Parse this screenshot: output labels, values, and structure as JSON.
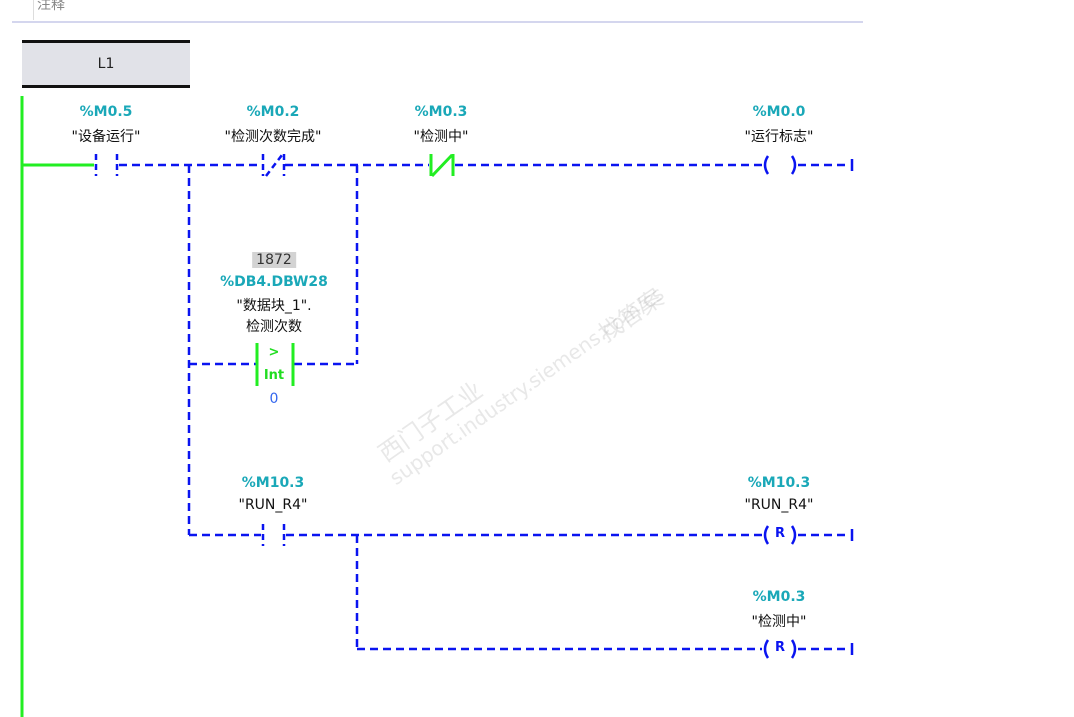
{
  "header": {
    "comment_label": "注释"
  },
  "network": {
    "title": "L1"
  },
  "rung1": [
    {
      "address": "%M0.5",
      "name": "\"设备运行\"",
      "type": "NO contact"
    },
    {
      "address": "%M0.2",
      "name": "\"检测次数完成\"",
      "type": "NC contact"
    },
    {
      "address": "%M0.3",
      "name": "\"检测中\"",
      "type": "NC contact"
    },
    {
      "address": "%M0.0",
      "name": "\"运行标志\"",
      "type": "coil"
    }
  ],
  "compare": {
    "live_value": "1872",
    "address": "%DB4.DBW28",
    "name_line1": "\"数据块_1\".",
    "name_line2": "检测次数",
    "operator": ">",
    "datatype": "Int",
    "operand2": "0"
  },
  "rung3": [
    {
      "address": "%M10.3",
      "name": "\"RUN_R4\"",
      "type": "NO contact"
    },
    {
      "address": "%M10.3",
      "name": "\"RUN_R4\"",
      "type": "reset coil",
      "coil_label": "R"
    },
    {
      "address": "%M0.3",
      "name": "\"检测中\"",
      "type": "reset coil",
      "coil_label": "R"
    }
  ],
  "watermark": {
    "line1": "西门子工业",
    "line2": "support.industry.siemens.com/cs",
    "line3": "找答案"
  },
  "colors": {
    "power": "#22ee22",
    "wire": "#0a14f0",
    "address": "#1aa8b8"
  }
}
